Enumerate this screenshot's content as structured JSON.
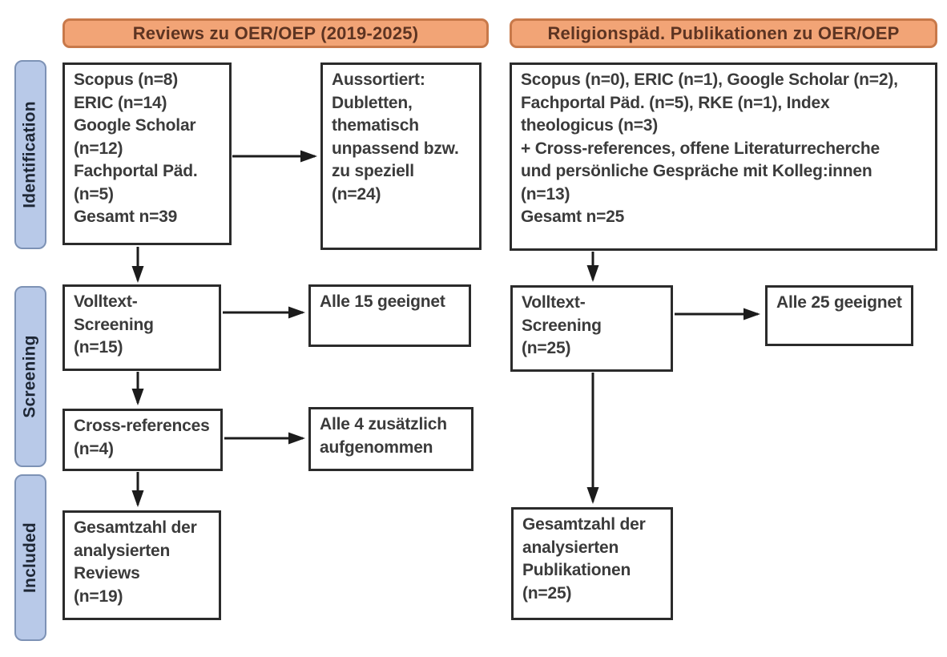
{
  "diagram": {
    "headers": {
      "left": "Reviews zu OER/OEP (2019-2025)",
      "right": "Religionspäd. Publikationen zu OER/OEP"
    },
    "stages": [
      {
        "label": "Identification"
      },
      {
        "label": "Screening"
      },
      {
        "label": "Included"
      }
    ],
    "boxes": {
      "left_sources": "Scopus (n=8)\nERIC (n=14)\nGoogle Scholar\n(n=12)\nFachportal Päd.\n(n=5)\nGesamt n=39",
      "left_excluded": "Aussortiert:\nDubletten,\nthematisch\nunpassend bzw.\nzu speziell\n(n=24)",
      "right_sources": "Scopus (n=0), ERIC (n=1), Google Scholar (n=2),\nFachportal Päd. (n=5), RKE (n=1), Index\ntheologicus (n=3)\n+ Cross-references, offene Literaturrecherche\nund persönliche Gespräche mit Kolleg:innen\n(n=13)\nGesamt n=25",
      "left_fulltext": "Volltext-\nScreening\n(n=15)",
      "left_eligible": "Alle 15 geeignet",
      "right_fulltext": "Volltext-\nScreening\n(n=25)",
      "right_eligible": "Alle 25 geeignet",
      "left_crossref": "Cross-references\n(n=4)",
      "left_added": "Alle 4 zusätzlich\naufgenommen",
      "left_total": "Gesamtzahl der\nanalysierten\nReviews\n(n=19)",
      "right_total": "Gesamtzahl der\nanalysierten\nPublikationen\n(n=25)"
    },
    "colors": {
      "header_fill": "#f2a476",
      "header_border": "#c8794a",
      "header_text": "#5d3422",
      "stage_fill": "#b8c9e8",
      "stage_border": "#7d92b5",
      "stage_text": "#1e2735",
      "box_border": "#2b2b2b",
      "box_text": "#3b3b3b",
      "arrow": "#1c1c1c",
      "background": "#ffffff"
    }
  }
}
